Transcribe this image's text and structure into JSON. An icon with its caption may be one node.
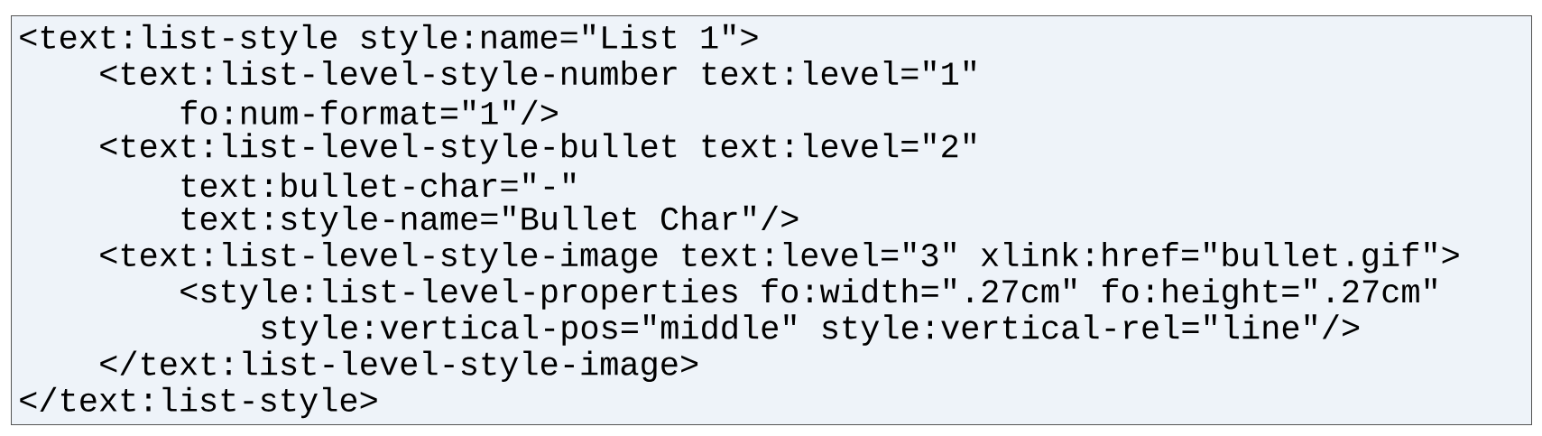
{
  "diagram": {
    "nodes": [
      {
        "text": [
          "<text:list-style style:name=\"List 1\">",
          "<text:list-level-style-number text:level=\"1\"",
          "fo:num-format=\"1\"/>",
          "<text:list-level-style-bullet text:level=\"2\"",
          "text:bullet-char=\"-\"",
          "text:style-name=\"Bullet Char\"/>",
          "<text:list-level-style-image text:level=\"3\" xlink:href=\"bullet.gif\">",
          "<style:list-level-properties fo:width=\".27cm\" fo:height=\".27cm\"",
          "style:vertical-pos=\"middle\" style:vertical-rel=\"line\"/>",
          "</text:list-level-style-image>",
          "</text:list-style>"
        ]
      }
    ]
  }
}
